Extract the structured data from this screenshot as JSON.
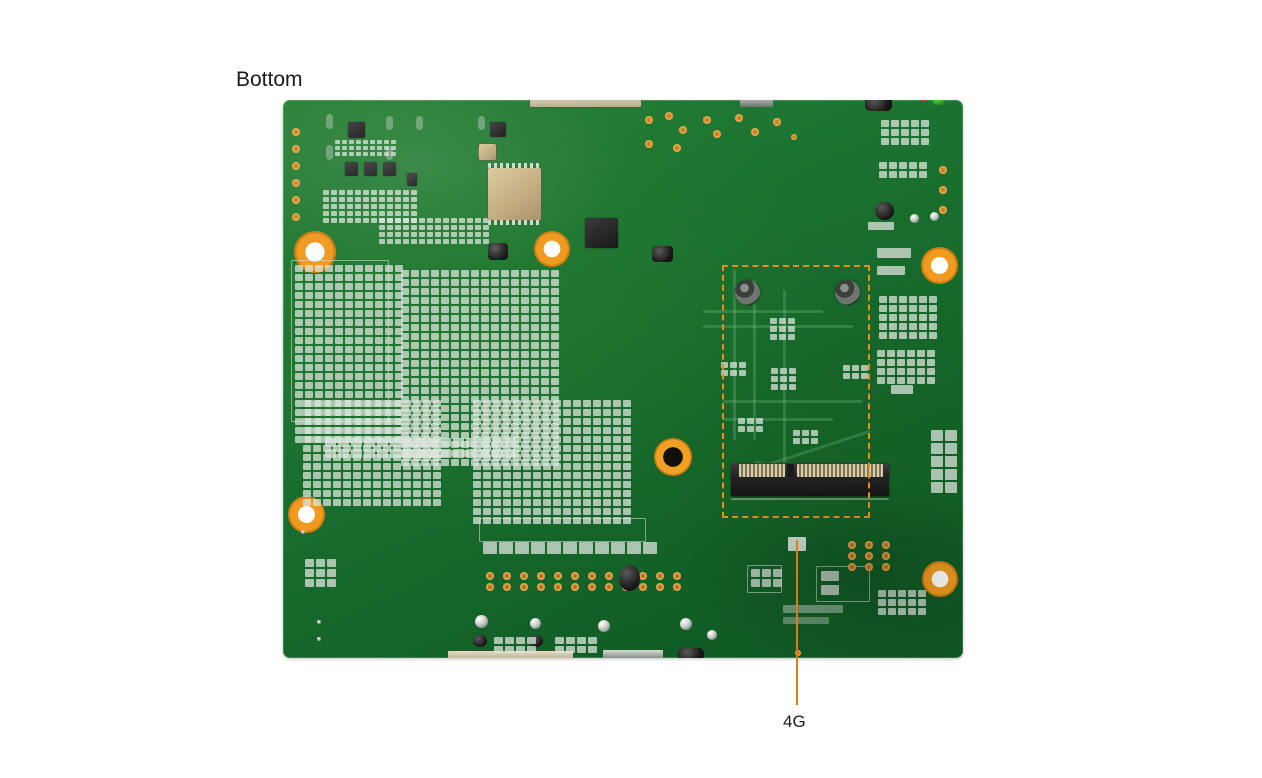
{
  "figure": {
    "subject": "single-board-computer PCB, bottom side",
    "background_color": "#ffffff"
  },
  "labels": {
    "view_label": "Bottom",
    "callout_label": "4G"
  },
  "annotations": {
    "highlight_box": {
      "target": "4G mini-PCIe / M.2 module slot",
      "color": "#f08a1c",
      "style": "dashed"
    },
    "leader_line": {
      "color": "#e07b18",
      "orientation": "vertical"
    }
  },
  "board": {
    "solder_mask_color": "#1d7632",
    "silkscreen_color": "#d6ded6",
    "copper_pad_color": "#c9821f",
    "mount_hole_ring_color": "#f09a20"
  },
  "components": {
    "mounting_holes": [
      {
        "name": "mount-hole-top-left"
      },
      {
        "name": "mount-hole-top-center"
      },
      {
        "name": "mount-hole-top-right"
      },
      {
        "name": "mount-hole-center"
      },
      {
        "name": "mount-hole-left"
      },
      {
        "name": "mount-hole-bottom-right"
      }
    ],
    "standoffs": [
      {
        "name": "standoff-left"
      },
      {
        "name": "standoff-right"
      }
    ],
    "connectors": [
      {
        "name": "minipcie-slot"
      },
      {
        "name": "ffc-connector-top"
      },
      {
        "name": "usb-connector-top"
      },
      {
        "name": "pin-header-pads-bottom"
      },
      {
        "name": "edge-connector-bottom"
      }
    ],
    "ics": [
      {
        "name": "module-ic-tan"
      },
      {
        "name": "soc-chip-center"
      }
    ],
    "indicators": [
      {
        "name": "led-green-1"
      },
      {
        "name": "led-green-2"
      }
    ]
  }
}
